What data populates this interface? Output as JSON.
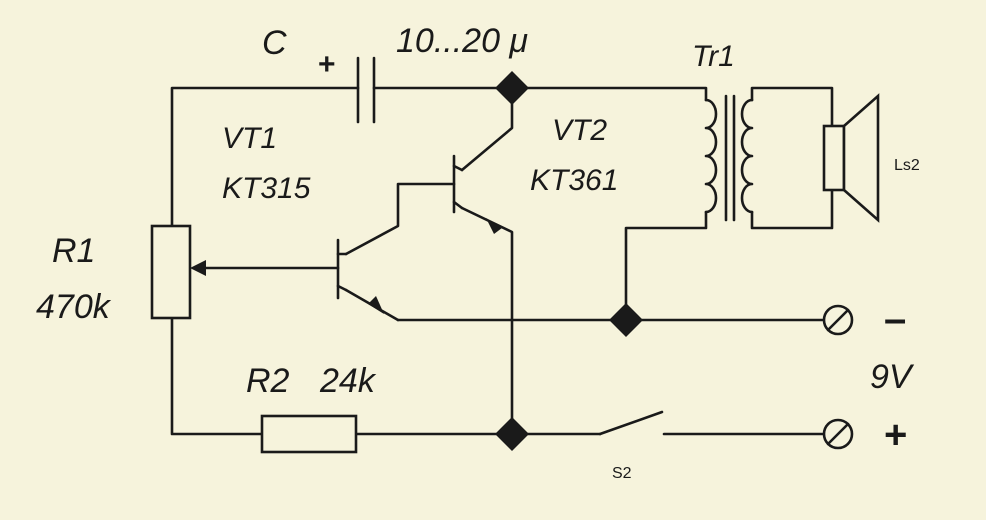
{
  "labels": {
    "cap_name": "C",
    "cap_value": "10...20 μ",
    "cap_plus": "+",
    "vt1_name": "VT1",
    "vt1_type": "KT315",
    "vt2_name": "VT2",
    "vt2_type": "KT361",
    "r1_name": "R1",
    "r1_value": "470k",
    "r2_name": "R2",
    "r2_value": "24k",
    "transformer": "Tr1",
    "speaker": "Ls2",
    "switch": "S2",
    "supply_minus": "–",
    "supply_voltage": "9V",
    "supply_plus": "+"
  },
  "colors": {
    "background": "#f6f3dc",
    "ink": "#1a1a1a"
  }
}
